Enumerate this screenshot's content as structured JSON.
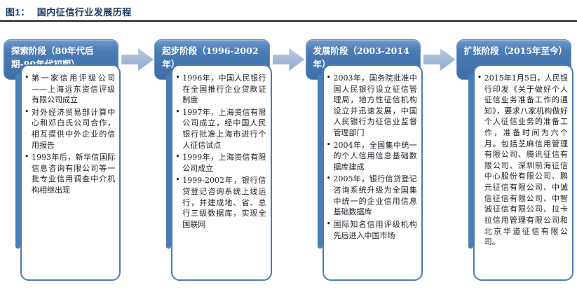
{
  "figure": {
    "label": "图1：",
    "title": "国内征信行业发展历程"
  },
  "colors": {
    "primary_blue": "#4a7cb5",
    "arrow_blue": "#a3b8d6",
    "title_navy": "#17365d",
    "rule_color": "#1a1a1a",
    "body_text": "#1c1c26"
  },
  "icons": {
    "bullet": "•",
    "arrow": "arrow-right-icon"
  },
  "stages": [
    {
      "header": "探索阶段（80年代后期-90年代初期）",
      "bullets": [
        "第一家信用评级公司——上海远东资信评级有限公司成立",
        "对外经济贸易部计算中心和邓白氏公司合作，相互提供中外企业的信用报告",
        "1993年后，新华信国际信息咨询有限公司等一批专业信用调查中介机构相继出现"
      ]
    },
    {
      "header": "起步阶段（1996-2002年）",
      "bullets": [
        "1996年，中国人民银行在全国推行企业贷款证制度",
        "1997年，上海资信有限公司成立，经中国人民银行批准上海市进行个人征信试点",
        "1999年，上海资信有限公司成立",
        "1999-2002年，银行信贷登记咨询系统上线运行，并建成地、省、总行三级数据库，实现全国联网"
      ]
    },
    {
      "header": "发展阶段（2003-2014年）",
      "bullets": [
        "2003年，国务院批准中国人民银行设立征信管理局，地方性征信机构设立并迅速发展，中国人民银行为征信业监督管理部门",
        "2004年，全国集中统一的个人信用信息基础数据库建成",
        "2005年，银行信贷登记咨询系统升级为全国集中统一的企业信用信息基础数据库",
        "国际知名信用评级机构先后进入中国市场"
      ]
    },
    {
      "header": "扩张阶段（2015年至今）",
      "bullets": [
        "2015年1月5日，人民银行印发《关于做好个人征信业务准备工作的通知》，要求八家机构做好个人征信业务的准备工作，准备时间为六个月。包括芝麻信用管理有限公司、腾讯征信有限公司、深圳前海征信中心股份有限公司、鹏元征信有限公司、中诚信征信有限公司、中智诚征信有限公司、拉卡拉信用管理有限公司和北京华道征信有限公司。"
      ]
    }
  ]
}
